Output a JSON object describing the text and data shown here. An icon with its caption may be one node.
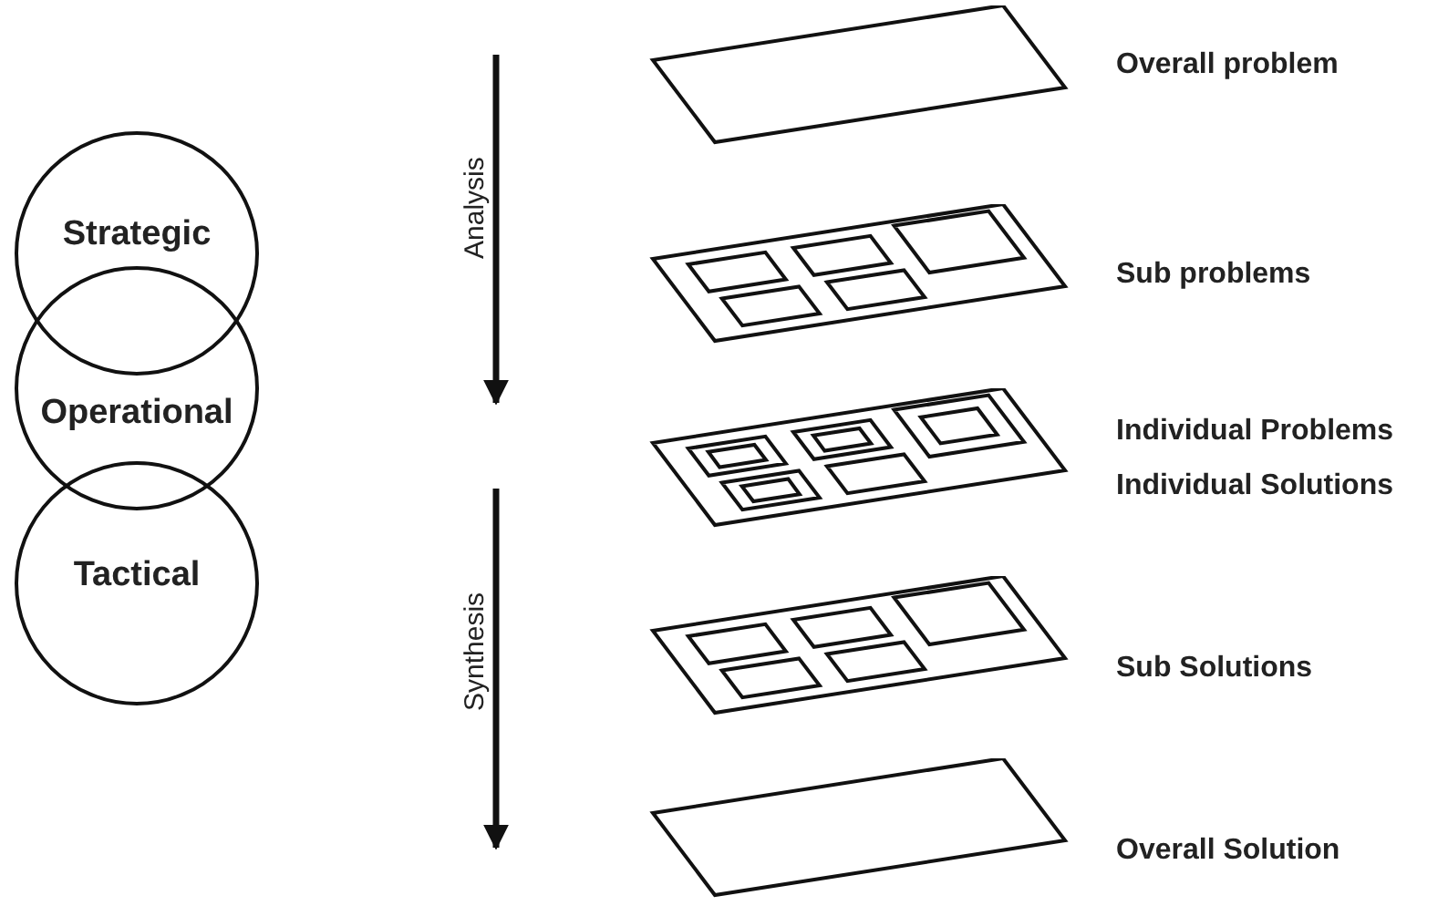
{
  "diagram": {
    "nodes": [
      {
        "text": [
          "Strategic"
        ]
      },
      {
        "text": [
          "Operational"
        ]
      },
      {
        "text": [
          "Tactical"
        ]
      },
      {
        "text": [],
        "shape": "box",
        "beside": [
          "Overall problem"
        ]
      },
      {
        "text": [],
        "shape": "box",
        "beside": [
          "Sub problems"
        ]
      },
      {
        "text": [],
        "shape": "box",
        "beside": [
          "Individual Problems",
          "Individual Solutions"
        ]
      },
      {
        "text": [],
        "shape": "box",
        "beside": [
          "Sub Solutions"
        ]
      },
      {
        "text": [],
        "shape": "box",
        "beside": [
          "Overall Solution"
        ]
      }
    ],
    "labels": [
      "Analysis",
      "Synthesis"
    ]
  }
}
